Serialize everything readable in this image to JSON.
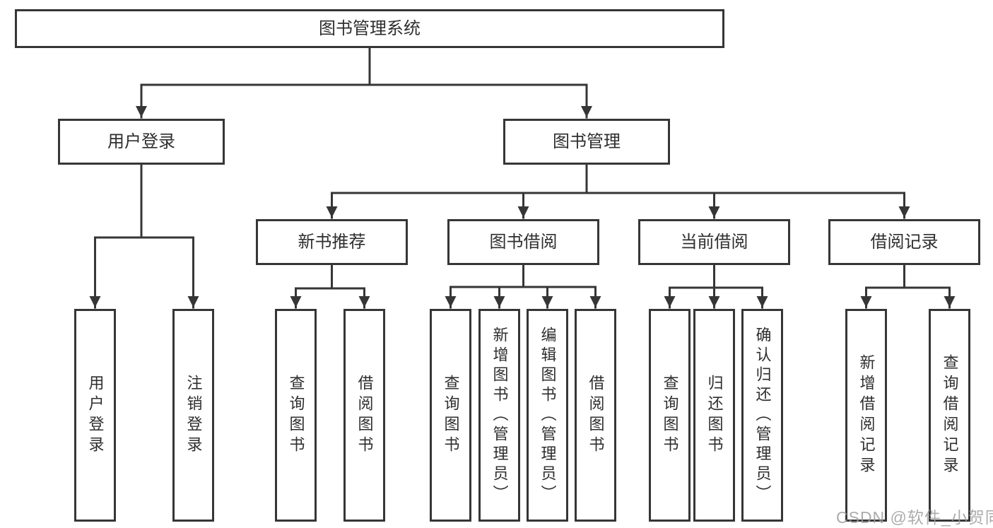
{
  "diagram": {
    "root": {
      "label": "图书管理系统"
    },
    "level2": [
      {
        "label": "用户登录"
      },
      {
        "label": "图书管理"
      }
    ],
    "login_children": [
      {
        "label": "用户登录"
      },
      {
        "label": "注销登录"
      }
    ],
    "management_children": [
      {
        "label": "新书推荐"
      },
      {
        "label": "图书借阅"
      },
      {
        "label": "当前借阅"
      },
      {
        "label": "借阅记录"
      }
    ],
    "new_book_leaves": [
      {
        "label": "查询图书"
      },
      {
        "label": "借阅图书"
      }
    ],
    "borrow_leaves": [
      {
        "label": "查询图书"
      },
      {
        "label": "新增图书（管理员）"
      },
      {
        "label": "编辑图书（管理员）"
      },
      {
        "label": "借阅图书"
      }
    ],
    "current_leaves": [
      {
        "label": "查询图书"
      },
      {
        "label": "归还图书"
      },
      {
        "label": "确认归还（管理员）"
      }
    ],
    "record_leaves": [
      {
        "label": "新增借阅记录"
      },
      {
        "label": "查询借阅记录"
      }
    ],
    "watermark": "CSDN @软件_小贺同学",
    "colors": {
      "line": "#363636",
      "box_border": "#363636",
      "text": "#2e2e2e",
      "background": "#ffffff",
      "watermark": "#9e9e9e"
    }
  }
}
